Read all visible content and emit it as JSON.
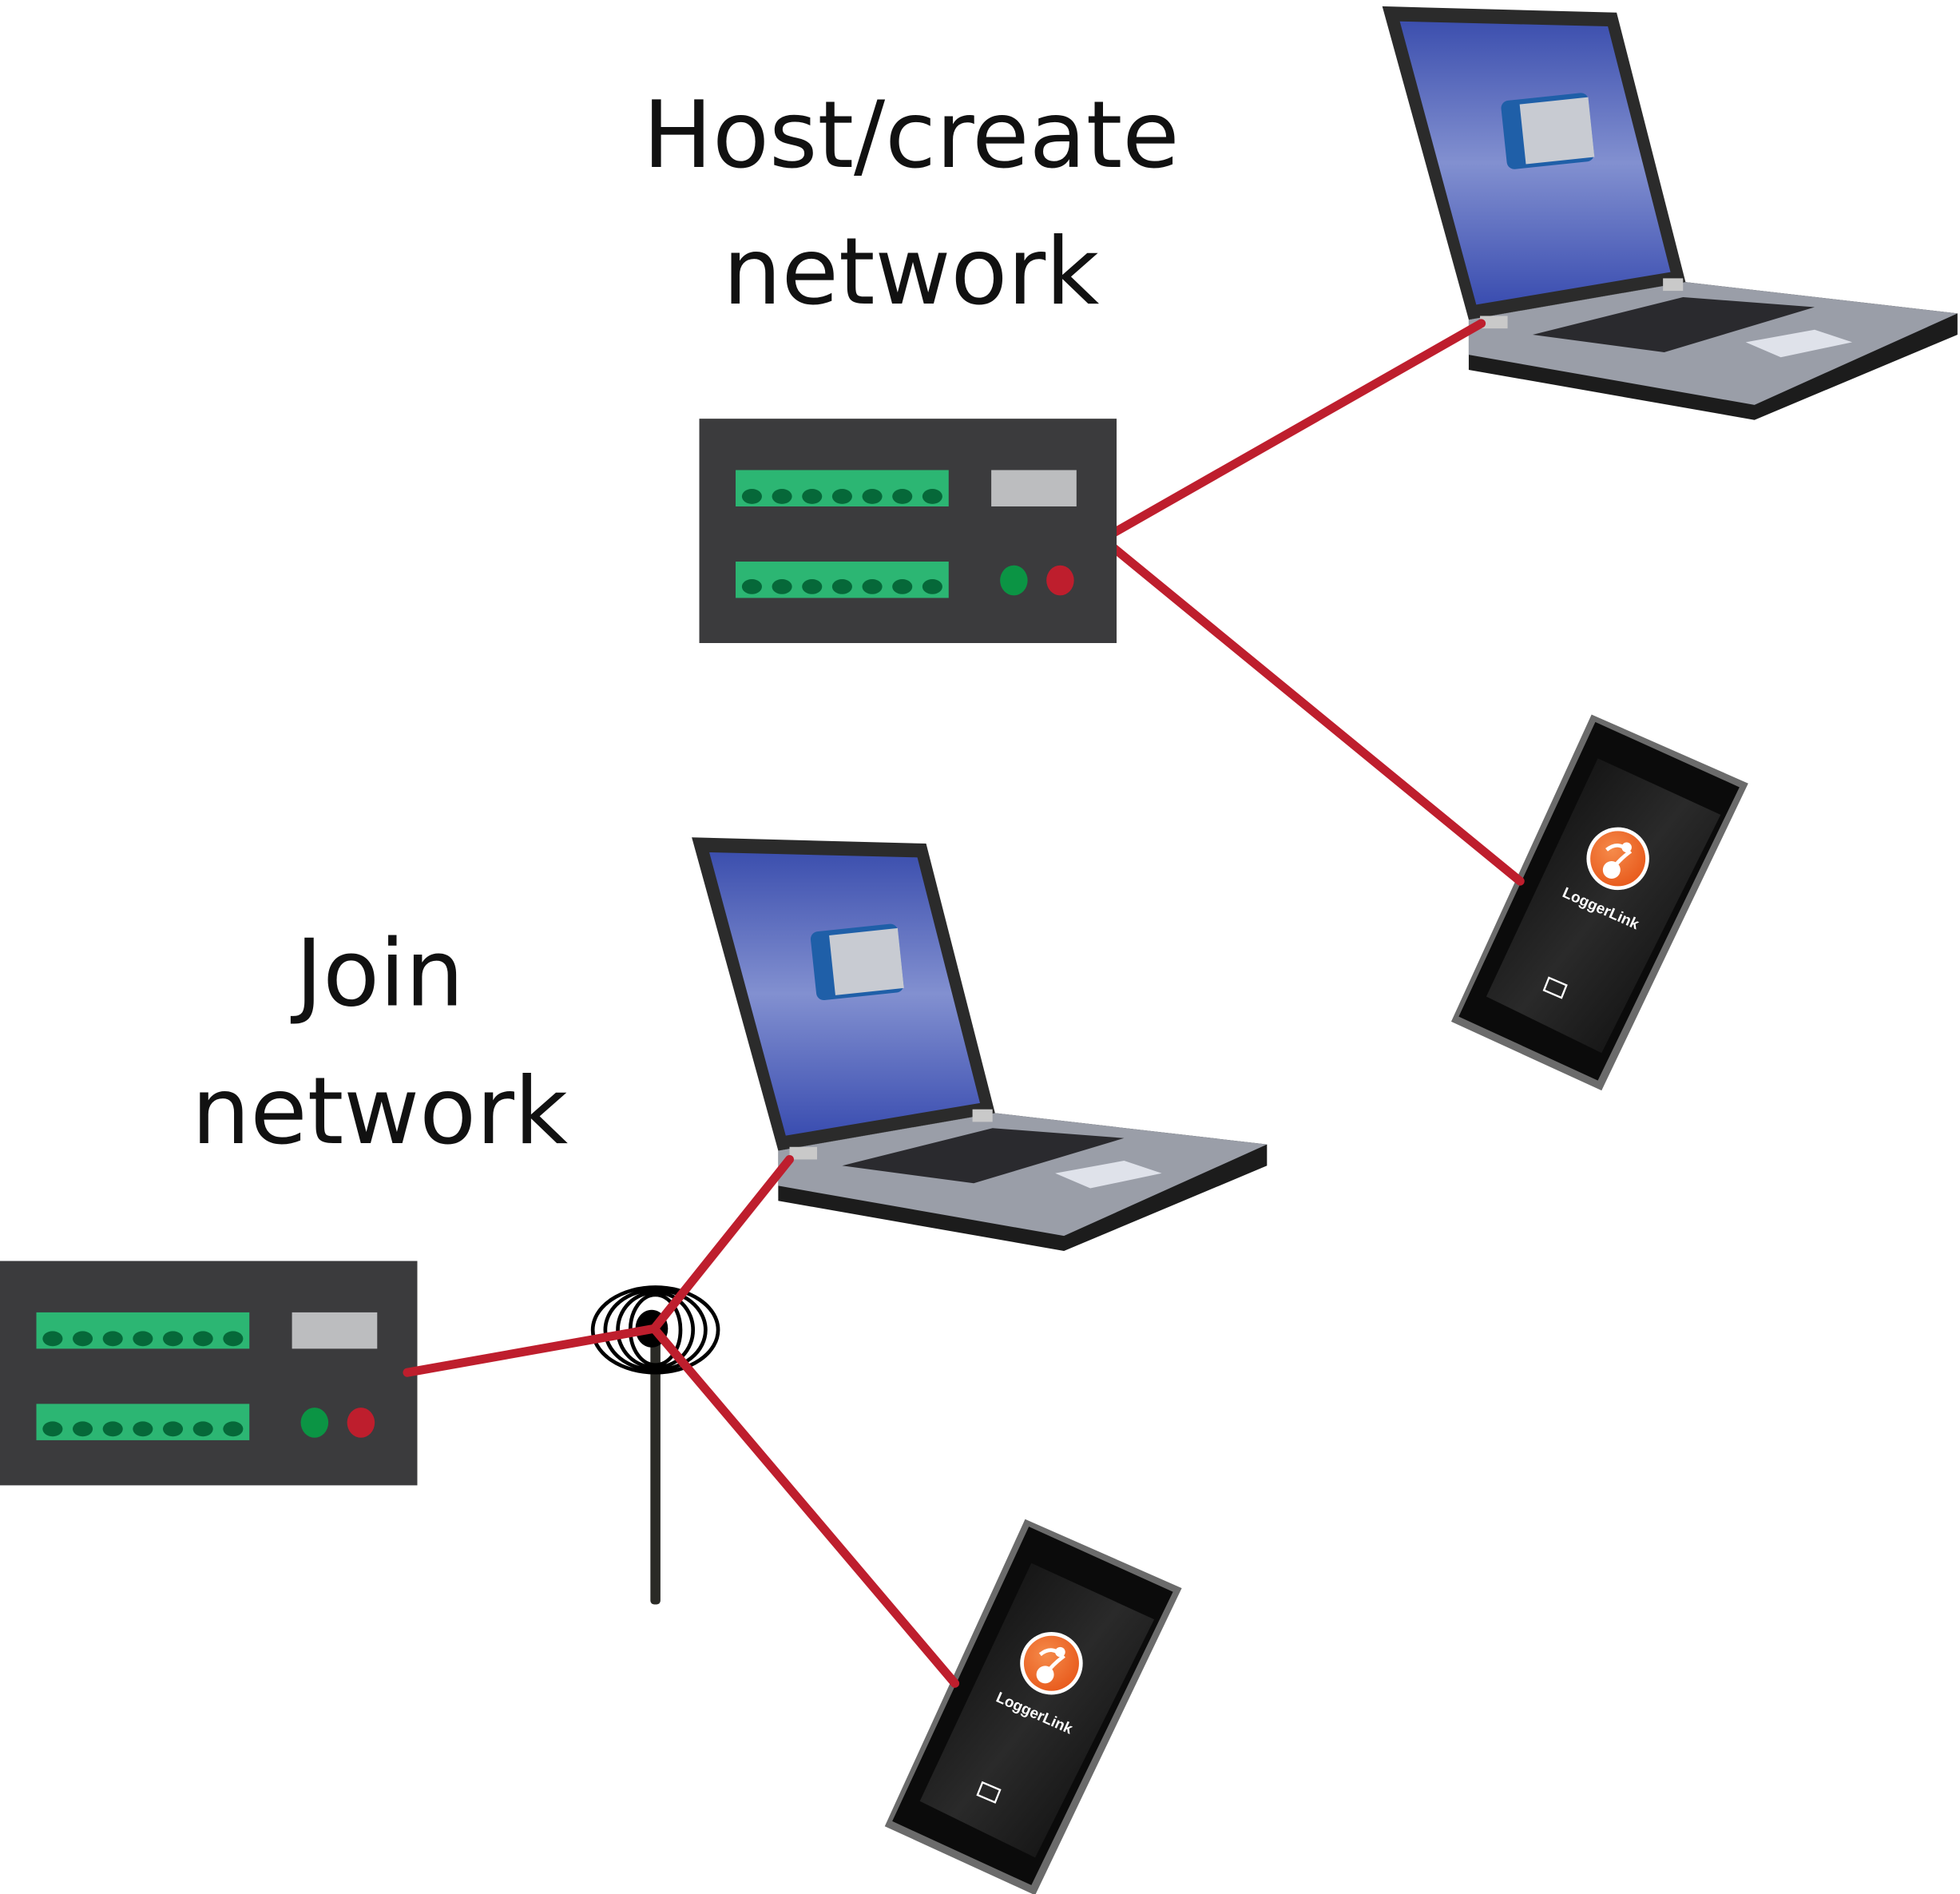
{
  "labels": {
    "host_line1": "Host/create",
    "host_line2": "network",
    "join_line1": "Join",
    "join_line2": "network"
  },
  "phone_app_name": "LoggerLink",
  "icons": [
    "datalogger-icon",
    "laptop-icon",
    "smartphone-icon",
    "antenna-icon",
    "loggerlink-logo-icon"
  ],
  "colors": {
    "link_line": "#be1e2d",
    "datalogger_body": "#3b3b3d",
    "terminal_strip": "#2cb673",
    "terminal_screw": "#066839",
    "display_panel": "#bcbdbf",
    "led_green": "#0b9444",
    "led_red": "#be1e2d",
    "laptop_screen": "#5a6cc0",
    "app_logo": "#f26b2a"
  }
}
